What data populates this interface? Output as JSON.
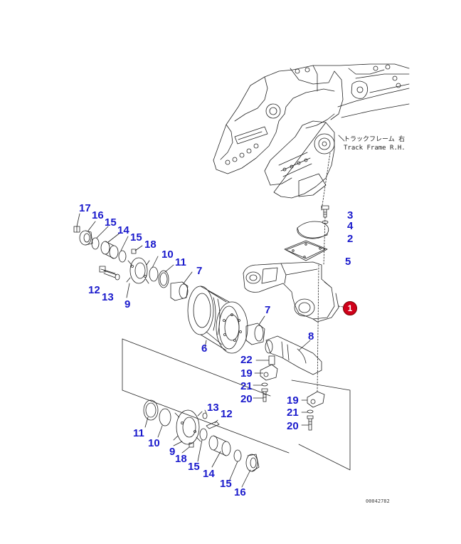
{
  "diagram": {
    "frame_note_jp": "トラックフレーム 右",
    "frame_note_en": "Track Frame R.H.",
    "drawing_number": "00042782",
    "callout": "1",
    "part_labels": {
      "p3": "3",
      "p4": "4",
      "p2": "2",
      "p5": "5",
      "p17": "17",
      "p16a": "16",
      "p15a": "15",
      "p14a": "14",
      "p15b": "15",
      "p18a": "18",
      "p10a": "10",
      "p11a": "11",
      "p7a": "7",
      "p12a": "12",
      "p13a": "13",
      "p9a": "9",
      "p6": "6",
      "p7b": "7",
      "p8": "8",
      "p22": "22",
      "p19a": "19",
      "p21a": "21",
      "p20a": "20",
      "p19b": "19",
      "p21b": "21",
      "p20b": "20",
      "p13b": "13",
      "p12b": "12",
      "p11b": "11",
      "p10b": "10",
      "p9b": "9",
      "p18b": "18",
      "p15c": "15",
      "p14b": "14",
      "p15d": "15",
      "p16b": "16"
    },
    "colors": {
      "label": "#1a1acc",
      "callout": "#d0001a",
      "line": "#222222"
    }
  }
}
